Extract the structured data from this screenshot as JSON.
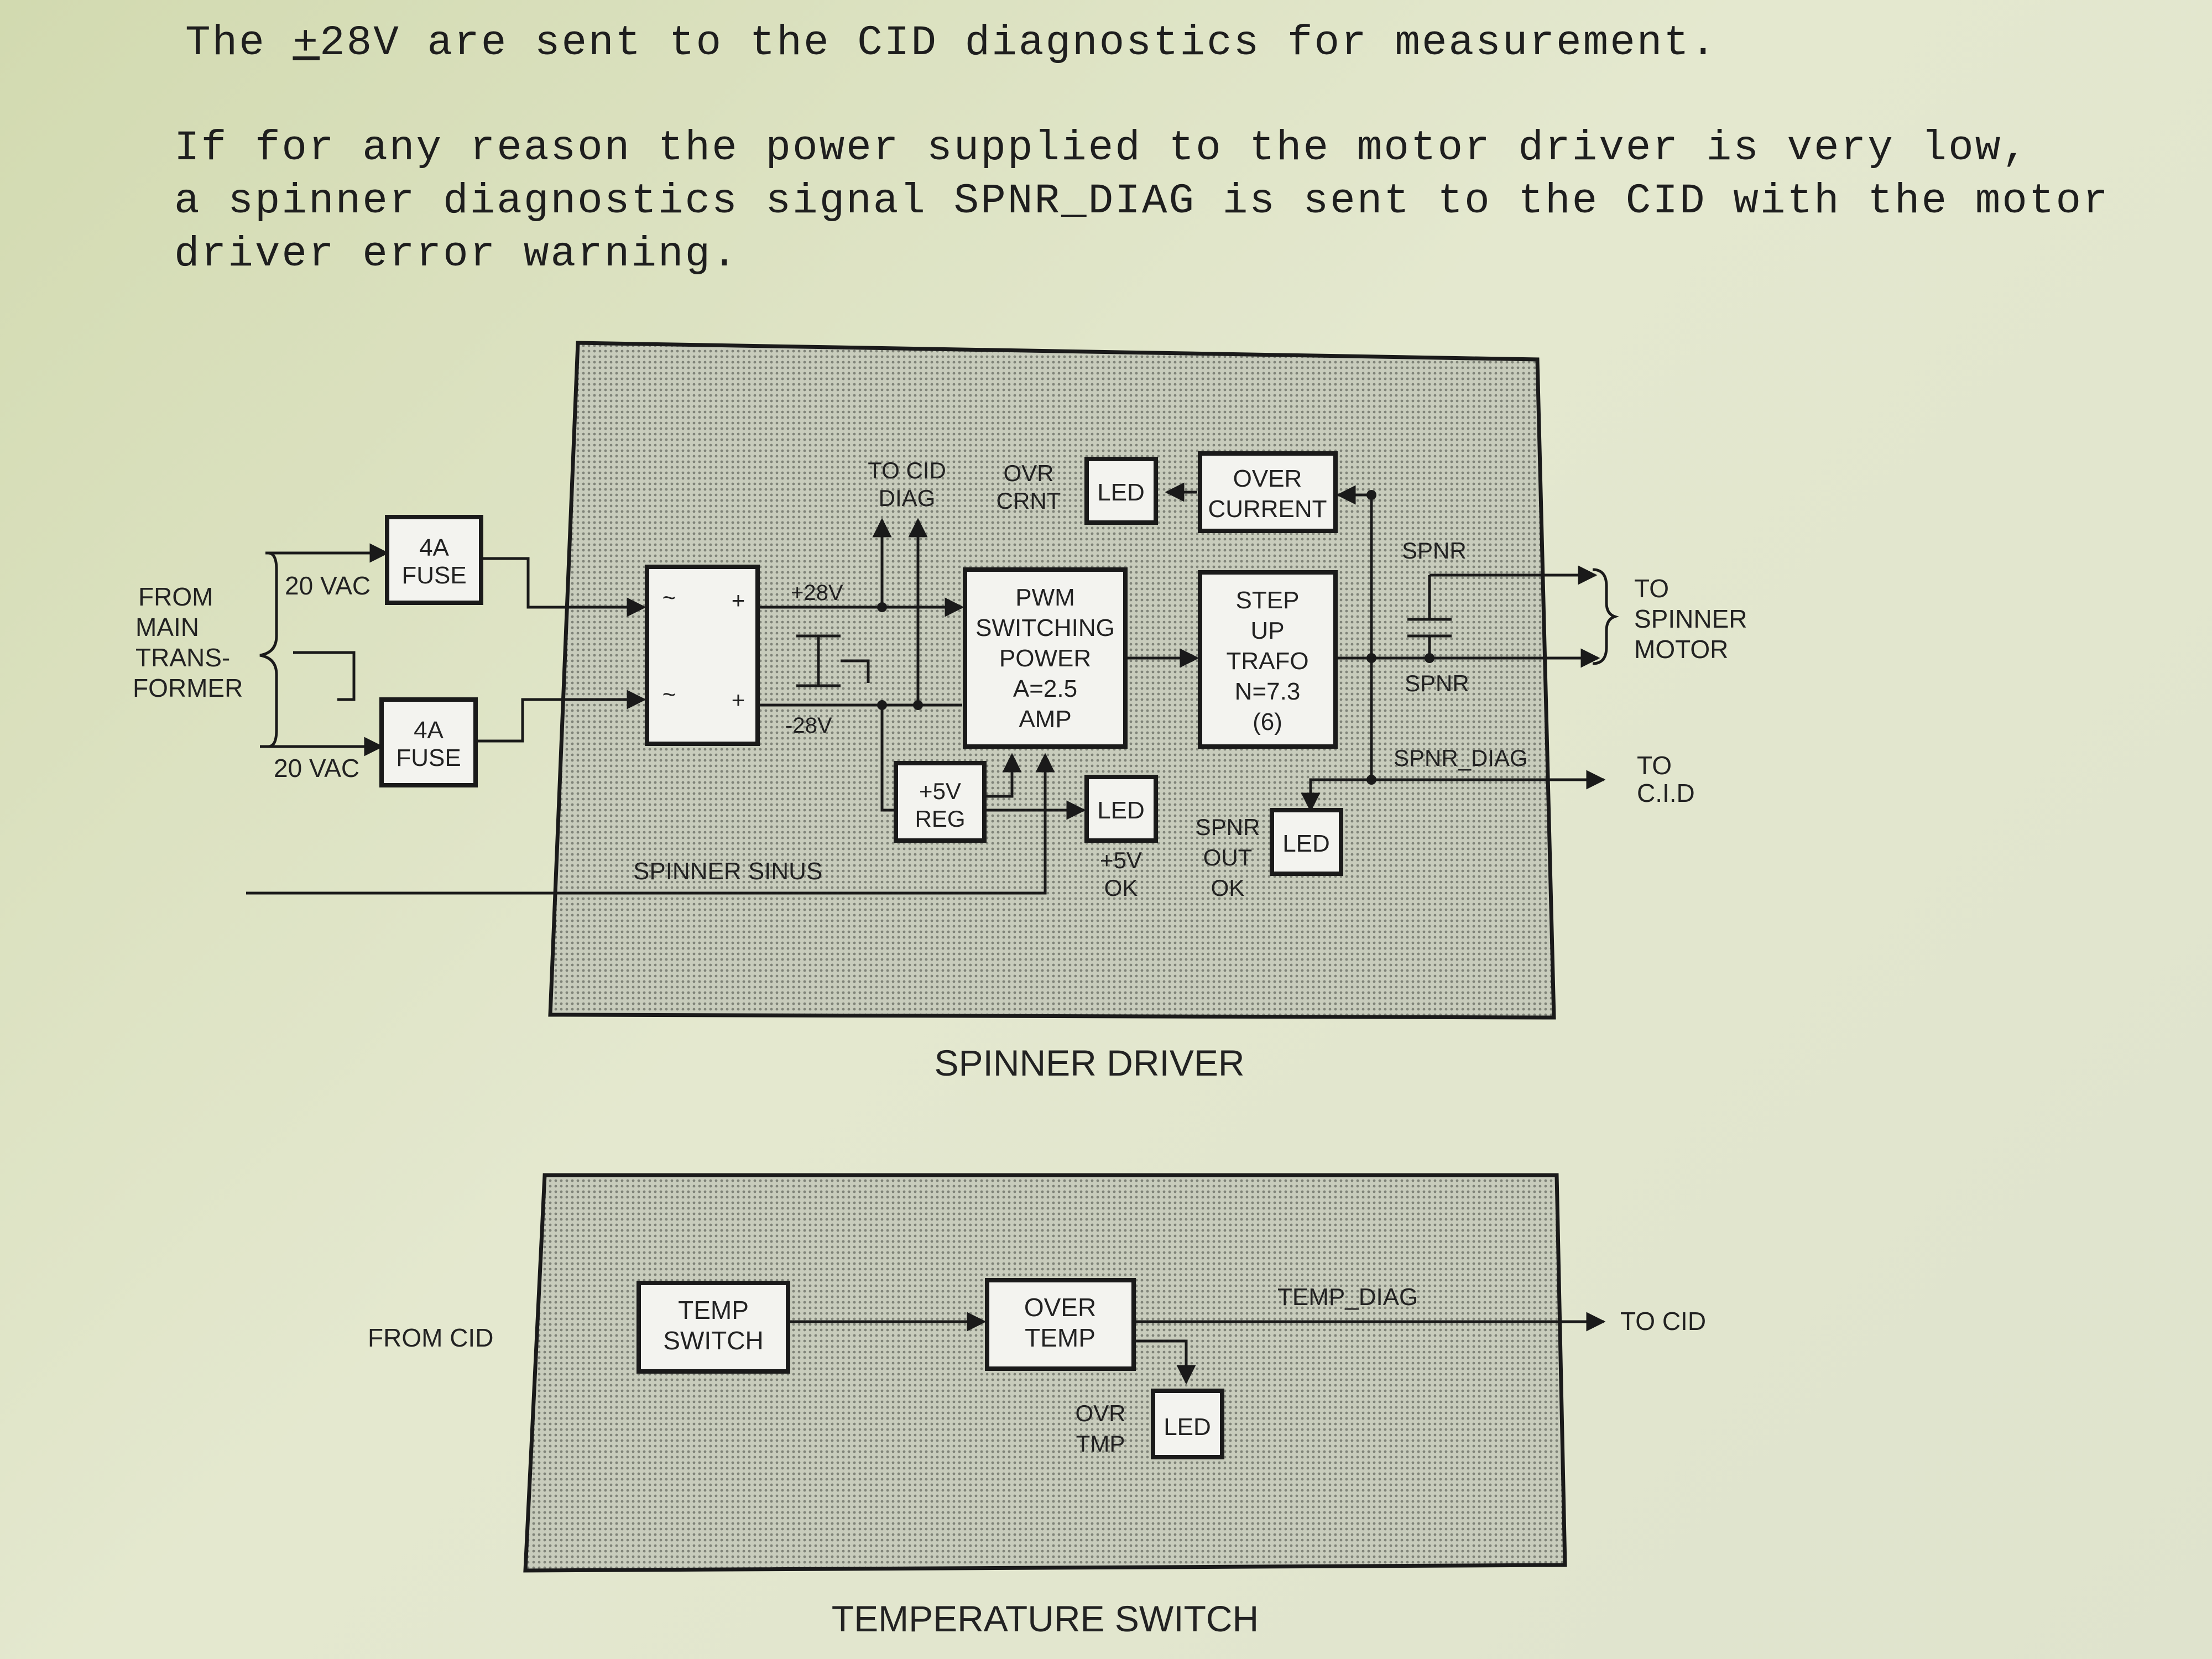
{
  "paragraphs": {
    "p1_before": "The ",
    "p1_pm": "+",
    "p1_after": "28V are sent to the CID diagnostics for measurement.",
    "p2_lines": [
      "If for any reason the power supplied to the motor driver is very low,",
      "a spinner diagnostics signal SPNR_DIAG is sent to the CID with the motor",
      "driver error warning."
    ]
  },
  "spinner_driver": {
    "caption": "SPINNER DRIVER",
    "from_main": [
      "FROM",
      "MAIN",
      "TRANS-",
      "FORMER"
    ],
    "vac_top": "20 VAC",
    "vac_bottom": "20 VAC",
    "fuse_top": [
      "4A",
      "FUSE"
    ],
    "fuse_bottom": [
      "4A",
      "FUSE"
    ],
    "rect_minus": "~",
    "rect_plus": "+",
    "plus28": "+28V",
    "minus28": "-28V",
    "to_cid_diag": [
      "TO CID",
      "DIAG"
    ],
    "ovr_crnt": [
      "OVR",
      "CRNT"
    ],
    "led": "LED",
    "over_current": [
      "OVER",
      "CURRENT"
    ],
    "pwm": [
      "PWM",
      "SWITCHING",
      "POWER",
      "A=2.5",
      "AMP"
    ],
    "step_up": [
      "STEP",
      "UP",
      "TRAFO",
      "N=7.3",
      "(6)"
    ],
    "reg5v": [
      "+5V",
      "REG"
    ],
    "ok5v": [
      "+5V",
      "OK"
    ],
    "spnr_out_ok": [
      "SPNR",
      "OUT",
      "OK"
    ],
    "spnr_top": "SPNR",
    "spnr_bottom": "SPNR",
    "spnr_diag": "SPNR_DIAG",
    "to_spinner_motor": [
      "TO",
      "SPINNER",
      "MOTOR"
    ],
    "to_cid": [
      "TO",
      "C.I.D"
    ],
    "spinner_sinus": "SPINNER SINUS"
  },
  "temperature_switch": {
    "caption": "TEMPERATURE SWITCH",
    "from_cid": "FROM CID",
    "temp_switch": [
      "TEMP",
      "SWITCH"
    ],
    "over_temp": [
      "OVER",
      "TEMP"
    ],
    "temp_diag": "TEMP_DIAG",
    "to_cid": "TO CID",
    "ovr_tmp": [
      "OVR",
      "TMP"
    ],
    "led": "LED"
  }
}
